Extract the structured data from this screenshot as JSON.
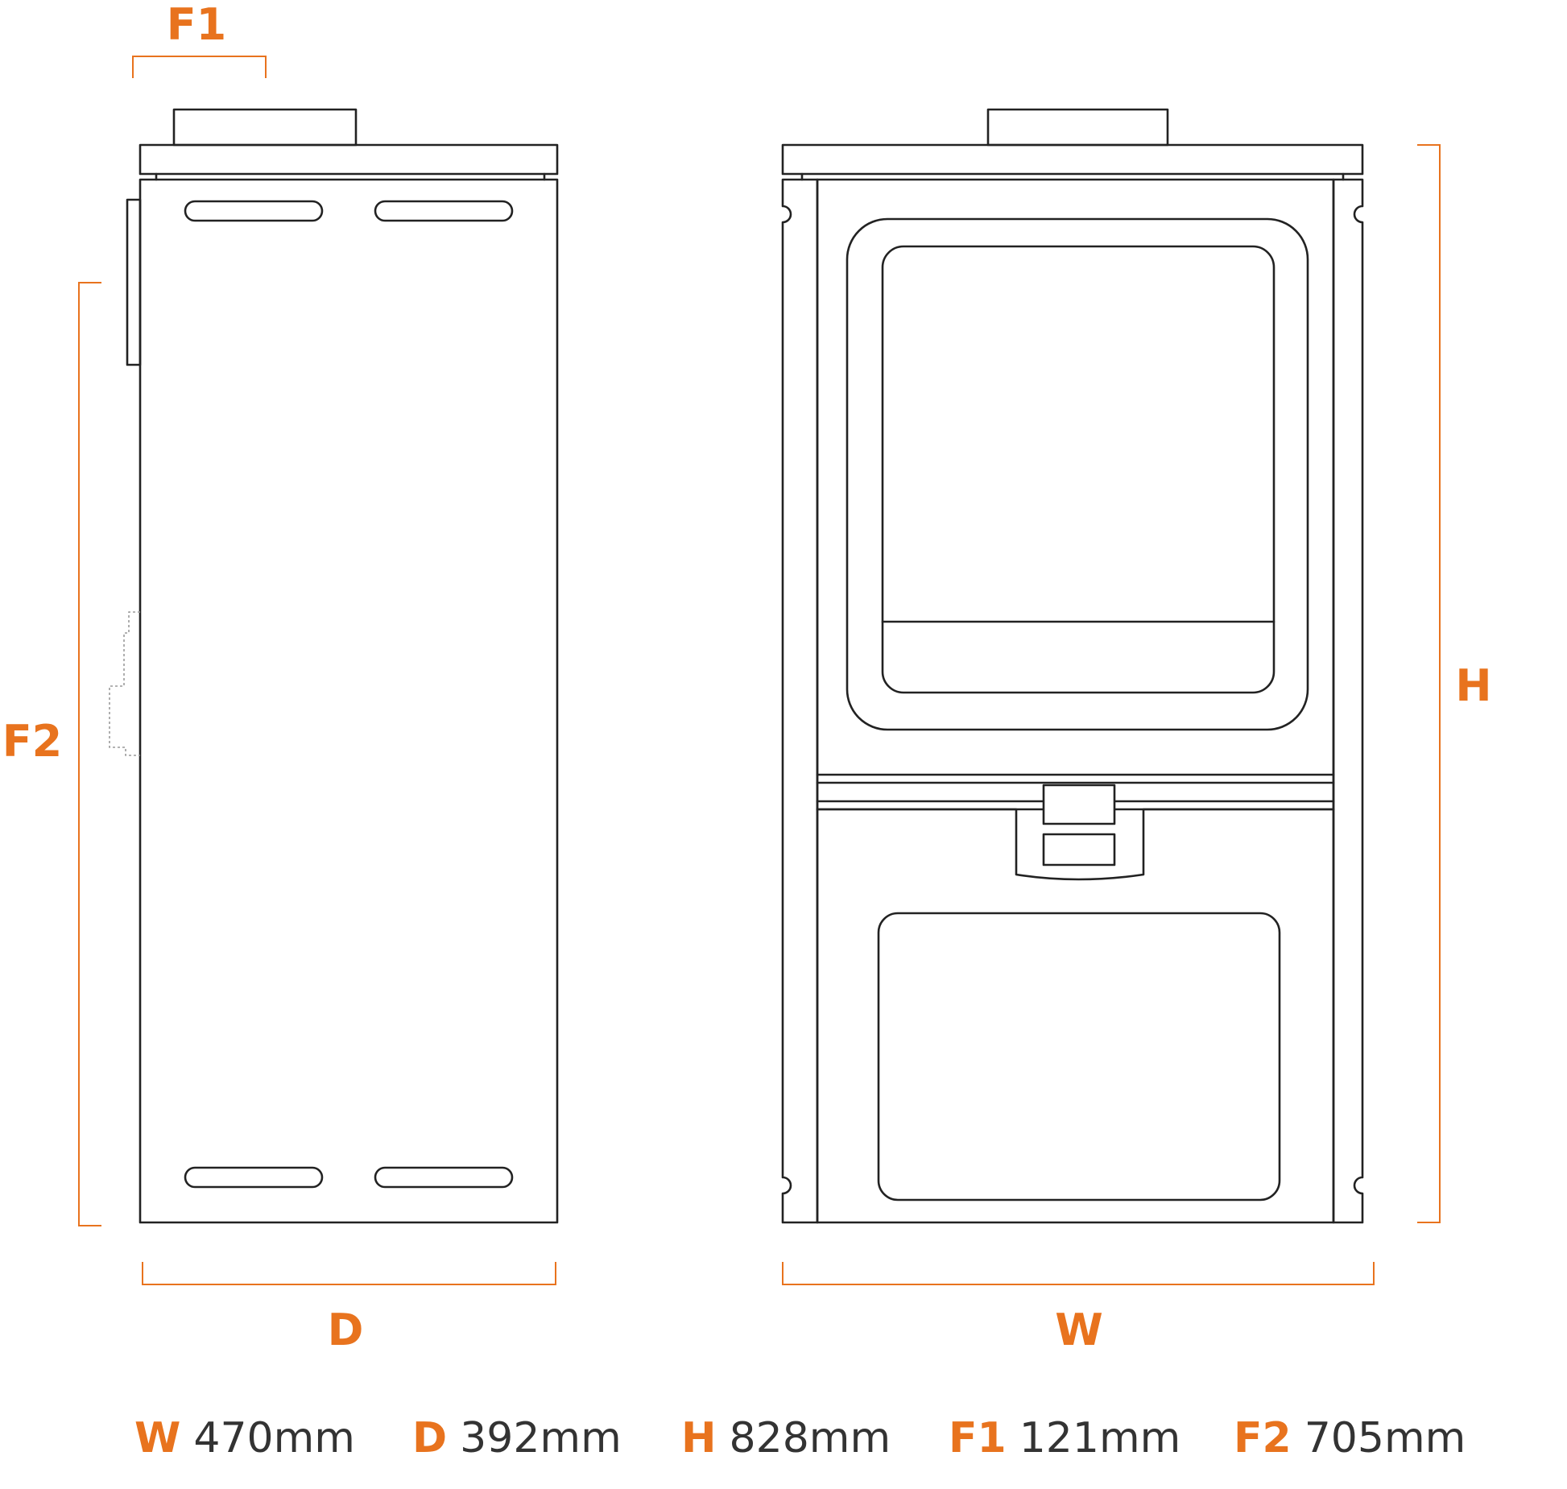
{
  "accent_color": "#E8731E",
  "line_color": "#222222",
  "labels": {
    "f1": "F1",
    "f2": "F2",
    "d": "D",
    "w": "W",
    "h": "H"
  },
  "specs": [
    {
      "key": "W",
      "value": "470mm"
    },
    {
      "key": "D",
      "value": "392mm"
    },
    {
      "key": "H",
      "value": "828mm"
    },
    {
      "key": "F1",
      "value": "121mm"
    },
    {
      "key": "F2",
      "value": "705mm"
    }
  ]
}
